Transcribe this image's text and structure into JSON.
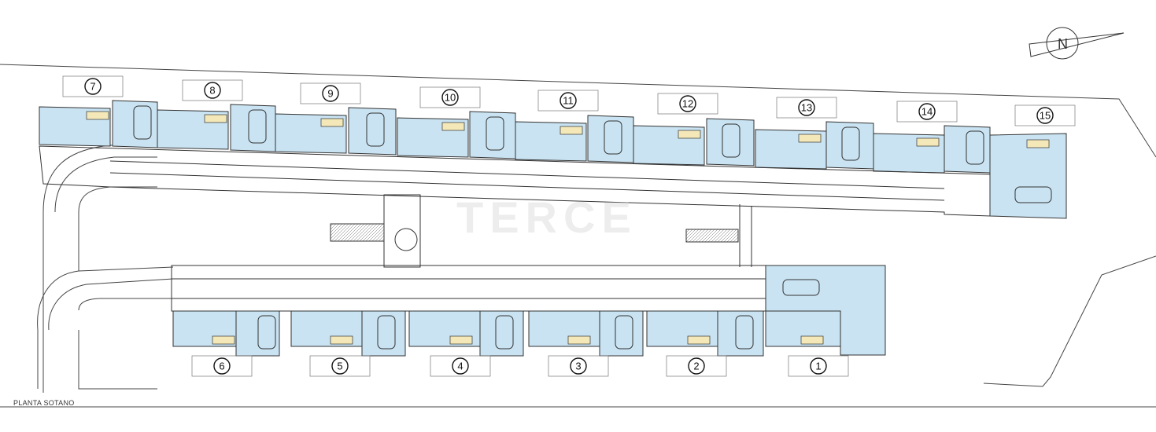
{
  "plan": {
    "title": "PLANTA SOTANO",
    "watermark": "TERCE",
    "north_symbol": "N",
    "colors": {
      "unit_fill": "#c9e3f2",
      "line": "#333333",
      "stair_fill": "#f4e7b8",
      "background": "#ffffff"
    }
  },
  "units_top": [
    "7",
    "8",
    "9",
    "10",
    "11",
    "12",
    "13",
    "14",
    "15"
  ],
  "units_bottom": [
    "6",
    "5",
    "4",
    "3",
    "2",
    "1"
  ]
}
